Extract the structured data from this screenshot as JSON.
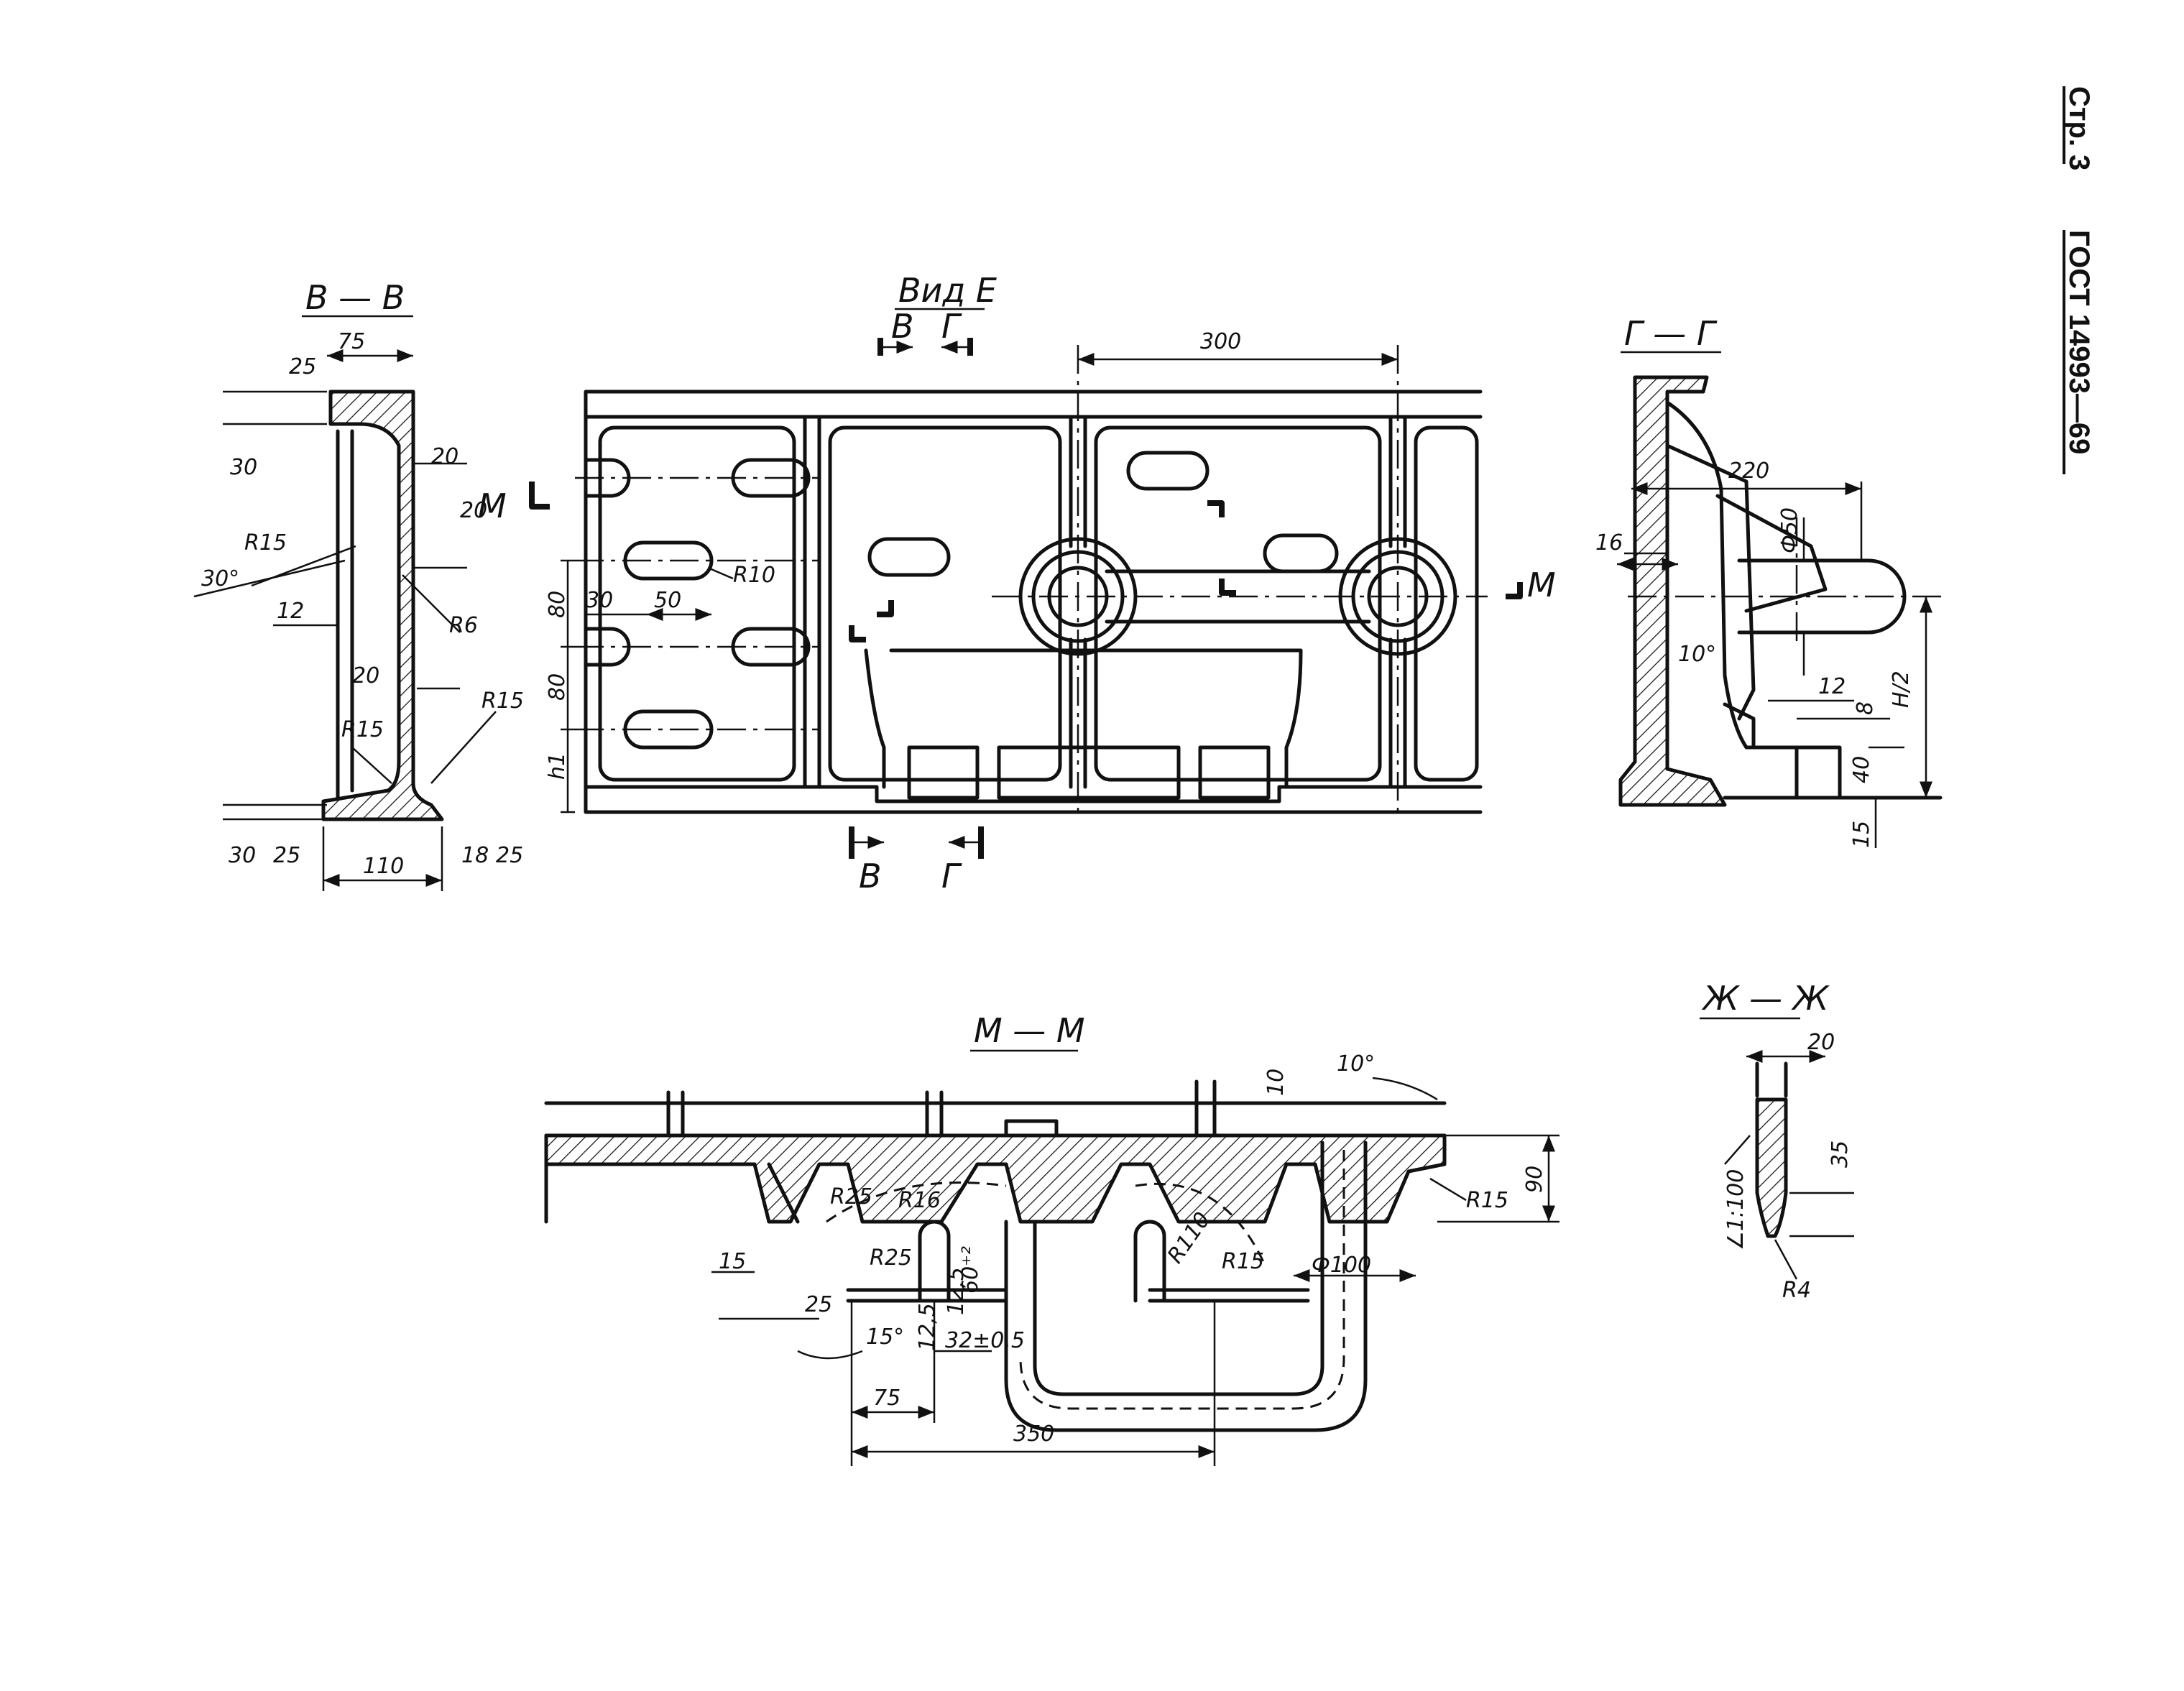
{
  "header": {
    "page_label": "Стр. 3",
    "standard": "ГОСТ 14993—69"
  },
  "views": {
    "section_vv": {
      "title": "В — В",
      "dims": [
        "75",
        "25",
        "30",
        "20",
        "20",
        "30°",
        "R15",
        "R6",
        "12",
        "20",
        "R15",
        "R15",
        "30",
        "25",
        "110",
        "18",
        "25"
      ]
    },
    "view_e": {
      "title": "Вид Е",
      "cut_top": [
        "В",
        "Г"
      ],
      "cut_bottom": [
        "В",
        "Г"
      ],
      "section_marker": "М",
      "dims": [
        "300",
        "R10",
        "30",
        "50",
        "80",
        "80",
        "h1"
      ]
    },
    "section_gg": {
      "title": "Г — Г",
      "dims": [
        "220",
        "16",
        "Ф50",
        "10°",
        "12",
        "8",
        "H/2",
        "40",
        "15"
      ]
    },
    "section_mm": {
      "title": "М — М",
      "dims": [
        "10",
        "10°",
        "90",
        "R15",
        "R25",
        "R16",
        "R110",
        "R25",
        "60⁺²",
        "R15",
        "Ф100",
        "15",
        "25",
        "15°",
        "12,5",
        "12,5",
        "32±0,5",
        "75",
        "350"
      ]
    },
    "section_zhzh": {
      "title": "Ж — Ж",
      "dims": [
        "20",
        "35",
        "∠1:100",
        "R4"
      ]
    }
  }
}
